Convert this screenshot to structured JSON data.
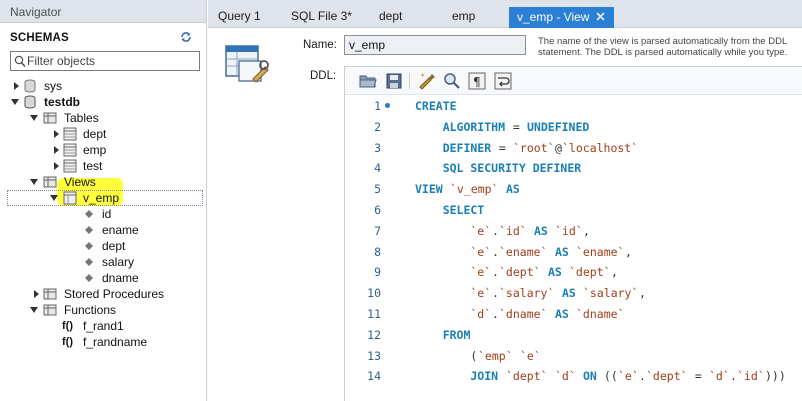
{
  "navigator": {
    "title": "Navigator",
    "schemas_label": "SCHEMAS",
    "filter_placeholder": "Filter objects",
    "tree": {
      "sys": "sys",
      "testdb": "testdb",
      "tables": "Tables",
      "tables_items": [
        "dept",
        "emp",
        "test"
      ],
      "views": "Views",
      "view_name": "v_emp",
      "columns": [
        "id",
        "ename",
        "dept",
        "salary",
        "dname"
      ],
      "stored_procedures": "Stored Procedures",
      "functions": "Functions",
      "function_items": [
        "f_rand1",
        "f_randname"
      ],
      "function_prefix": "f()"
    }
  },
  "tabs": [
    {
      "label": "Query 1",
      "active": false
    },
    {
      "label": "SQL File 3*",
      "active": false
    },
    {
      "label": "dept",
      "active": false
    },
    {
      "label": "emp",
      "active": false
    },
    {
      "label": "v_emp - View",
      "active": true
    }
  ],
  "editor": {
    "name_label": "Name:",
    "name_value": "v_emp",
    "help_text": "The name of the view is parsed automatically from the DDL statement. The DDL is parsed automatically while you type.",
    "ddl_label": "DDL:",
    "toolbar": [
      "open-file-icon",
      "save-icon",
      "beautify-icon",
      "find-icon",
      "invisible-chars-icon",
      "wrap-lines-icon"
    ],
    "lines": [
      {
        "num": "1",
        "dot": true,
        "parts": [
          {
            "t": "CREATE",
            "c": "kw"
          }
        ]
      },
      {
        "num": "2",
        "dot": false,
        "parts": [
          {
            "t": "    ALGORITHM",
            "c": "kw"
          },
          {
            "t": " = ",
            "c": "op"
          },
          {
            "t": "UNDEFINED",
            "c": "kw"
          }
        ]
      },
      {
        "num": "3",
        "dot": false,
        "parts": [
          {
            "t": "    DEFINER",
            "c": "kw"
          },
          {
            "t": " = ",
            "c": "op"
          },
          {
            "t": "`root`",
            "c": "st"
          },
          {
            "t": "@",
            "c": "op"
          },
          {
            "t": "`localhost`",
            "c": "st"
          }
        ]
      },
      {
        "num": "4",
        "dot": false,
        "parts": [
          {
            "t": "    SQL SECURITY DEFINER",
            "c": "kw"
          }
        ]
      },
      {
        "num": "5",
        "dot": false,
        "parts": [
          {
            "t": "VIEW",
            "c": "kw"
          },
          {
            "t": " ",
            "c": "op"
          },
          {
            "t": "`v_emp`",
            "c": "st"
          },
          {
            "t": " ",
            "c": "op"
          },
          {
            "t": "AS",
            "c": "kw"
          }
        ]
      },
      {
        "num": "6",
        "dot": false,
        "parts": [
          {
            "t": "    SELECT",
            "c": "kw"
          }
        ]
      },
      {
        "num": "7",
        "dot": false,
        "parts": [
          {
            "t": "        `e`",
            "c": "st"
          },
          {
            "t": ".",
            "c": "op"
          },
          {
            "t": "`id`",
            "c": "st"
          },
          {
            "t": " ",
            "c": "op"
          },
          {
            "t": "AS",
            "c": "kw"
          },
          {
            "t": " ",
            "c": "op"
          },
          {
            "t": "`id`",
            "c": "st"
          },
          {
            "t": ",",
            "c": "op"
          }
        ]
      },
      {
        "num": "8",
        "dot": false,
        "parts": [
          {
            "t": "        `e`",
            "c": "st"
          },
          {
            "t": ".",
            "c": "op"
          },
          {
            "t": "`ename`",
            "c": "st"
          },
          {
            "t": " ",
            "c": "op"
          },
          {
            "t": "AS",
            "c": "kw"
          },
          {
            "t": " ",
            "c": "op"
          },
          {
            "t": "`ename`",
            "c": "st"
          },
          {
            "t": ",",
            "c": "op"
          }
        ]
      },
      {
        "num": "9",
        "dot": false,
        "parts": [
          {
            "t": "        `e`",
            "c": "st"
          },
          {
            "t": ".",
            "c": "op"
          },
          {
            "t": "`dept`",
            "c": "st"
          },
          {
            "t": " ",
            "c": "op"
          },
          {
            "t": "AS",
            "c": "kw"
          },
          {
            "t": " ",
            "c": "op"
          },
          {
            "t": "`dept`",
            "c": "st"
          },
          {
            "t": ",",
            "c": "op"
          }
        ]
      },
      {
        "num": "10",
        "dot": false,
        "parts": [
          {
            "t": "        `e`",
            "c": "st"
          },
          {
            "t": ".",
            "c": "op"
          },
          {
            "t": "`salary`",
            "c": "st"
          },
          {
            "t": " ",
            "c": "op"
          },
          {
            "t": "AS",
            "c": "kw"
          },
          {
            "t": " ",
            "c": "op"
          },
          {
            "t": "`salary`",
            "c": "st"
          },
          {
            "t": ",",
            "c": "op"
          }
        ]
      },
      {
        "num": "11",
        "dot": false,
        "parts": [
          {
            "t": "        `d`",
            "c": "st"
          },
          {
            "t": ".",
            "c": "op"
          },
          {
            "t": "`dname`",
            "c": "st"
          },
          {
            "t": " ",
            "c": "op"
          },
          {
            "t": "AS",
            "c": "kw"
          },
          {
            "t": " ",
            "c": "op"
          },
          {
            "t": "`dname`",
            "c": "st"
          }
        ]
      },
      {
        "num": "12",
        "dot": false,
        "parts": [
          {
            "t": "    FROM",
            "c": "kw"
          }
        ]
      },
      {
        "num": "13",
        "dot": false,
        "parts": [
          {
            "t": "        (",
            "c": "op"
          },
          {
            "t": "`emp`",
            "c": "st"
          },
          {
            "t": " ",
            "c": "op"
          },
          {
            "t": "`e`",
            "c": "st"
          }
        ]
      },
      {
        "num": "14",
        "dot": false,
        "parts": [
          {
            "t": "        JOIN",
            "c": "kw"
          },
          {
            "t": " ",
            "c": "op"
          },
          {
            "t": "`dept`",
            "c": "st"
          },
          {
            "t": " ",
            "c": "op"
          },
          {
            "t": "`d`",
            "c": "st"
          },
          {
            "t": " ",
            "c": "op"
          },
          {
            "t": "ON",
            "c": "kw"
          },
          {
            "t": " ((",
            "c": "op"
          },
          {
            "t": "`e`",
            "c": "st"
          },
          {
            "t": ".",
            "c": "op"
          },
          {
            "t": "`dept`",
            "c": "st"
          },
          {
            "t": " = ",
            "c": "op"
          },
          {
            "t": "`d`",
            "c": "st"
          },
          {
            "t": ".",
            "c": "op"
          },
          {
            "t": "`id`",
            "c": "st"
          },
          {
            "t": ")))",
            "c": "op"
          }
        ]
      }
    ]
  },
  "colors": {
    "active_tab": "#2b7fd4",
    "keyword": "#1a7fb5",
    "string": "#a23d1a",
    "highlight": "#ffff2c"
  }
}
